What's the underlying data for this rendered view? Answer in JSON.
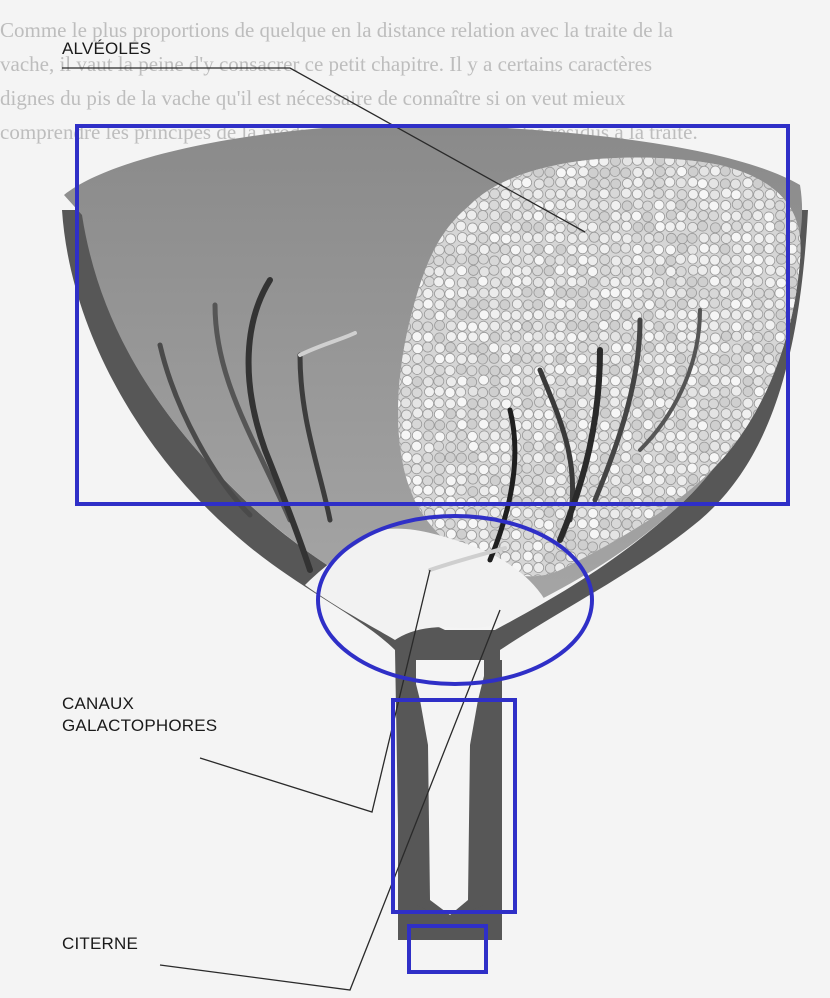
{
  "background_text": [
    "Comme le plus proportions de quelque en la distance relation avec la traite de la",
    "vache, il vaut la peine d'y consacrer ce petit chapitre. Il y a certains caractères",
    "dignes du pis de la vache qu'il est nécessaire de connaître si on veut mieux",
    "comprendre les principes de la production laitière et l'origine des résidus à la traite."
  ],
  "labels": {
    "alveoles": "ALVÉOLES",
    "canaux_line1": "CANAUX",
    "canaux_line2": "GALACTOPHORES",
    "citerne": "CITERNE"
  },
  "colors": {
    "annotation": "#2f2fc7",
    "tissue": "#555555",
    "gland": "#8c8c8c",
    "alveoli": "#e2e2e2"
  }
}
